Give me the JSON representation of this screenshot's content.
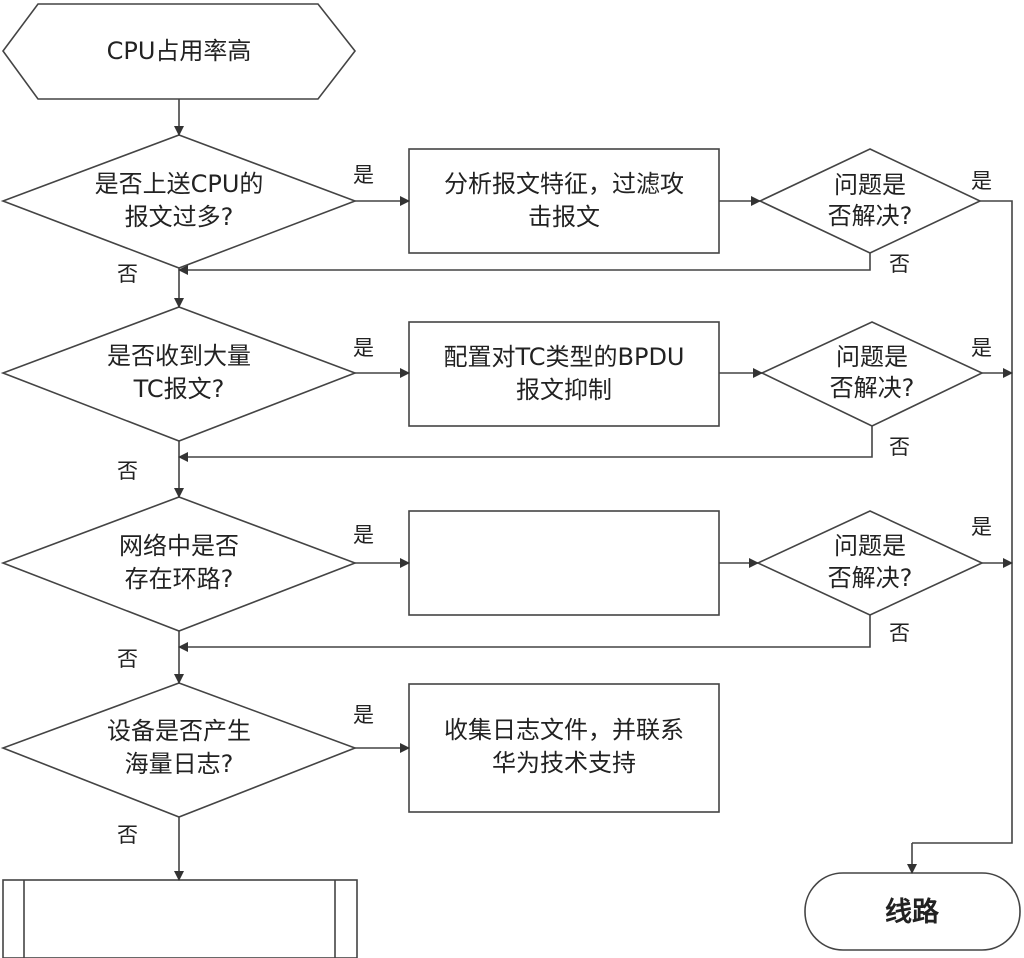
{
  "flowchart": {
    "start": "CPU占用率高",
    "labels": {
      "yes": "是",
      "no": "否"
    },
    "decisions": [
      {
        "line1": "是否上送CPU的",
        "line2": "报文过多?"
      },
      {
        "line1": "是否收到大量",
        "line2": "TC报文?"
      },
      {
        "line1": "网络中是否",
        "line2": "存在环路?"
      },
      {
        "line1": "设备是否产生",
        "line2": "海量日志?"
      }
    ],
    "actions": [
      {
        "line1": "分析报文特征，过滤攻",
        "line2": "击报文"
      },
      {
        "line1": "配置对TC类型的BPDU",
        "line2": "报文抑制"
      },
      {
        "line1": "",
        "line2": ""
      },
      {
        "line1": "收集日志文件，并联系",
        "line2": "华为技术支持"
      }
    ],
    "checks": [
      {
        "line1": "问题是",
        "line2": "否解决?"
      },
      {
        "line1": "问题是",
        "line2": "否解决?"
      },
      {
        "line1": "问题是",
        "line2": "否解决?"
      }
    ],
    "end_process": "",
    "terminal": "线路"
  }
}
